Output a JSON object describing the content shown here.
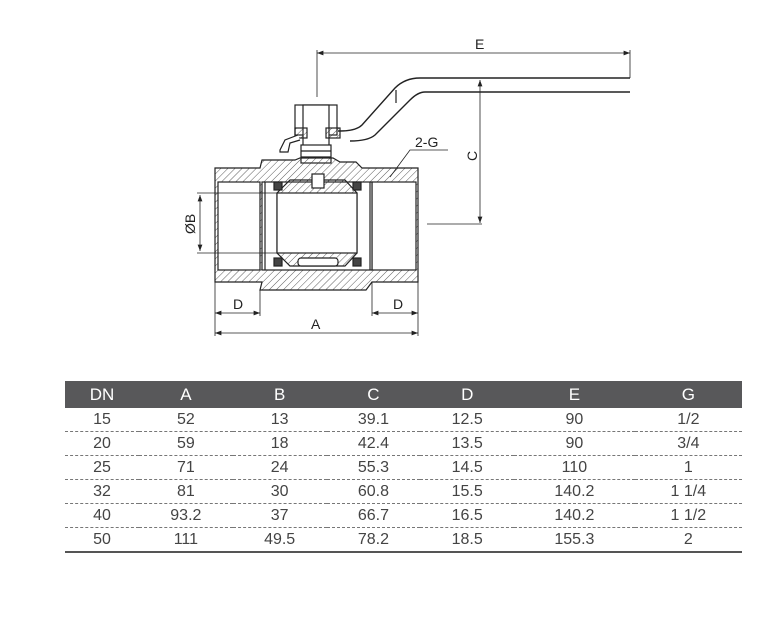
{
  "drawing": {
    "labels": {
      "E": "E",
      "C": "C",
      "B": "ØB",
      "D_left": "D",
      "D_right": "D",
      "A": "A",
      "G": "2-G"
    }
  },
  "table": {
    "headers": [
      "DN",
      "A",
      "B",
      "C",
      "D",
      "E",
      "G"
    ],
    "rows": [
      [
        "15",
        "52",
        "13",
        "39.1",
        "12.5",
        "90",
        "1/2"
      ],
      [
        "20",
        "59",
        "18",
        "42.4",
        "13.5",
        "90",
        "3/4"
      ],
      [
        "25",
        "71",
        "24",
        "55.3",
        "14.5",
        "110",
        "1"
      ],
      [
        "32",
        "81",
        "30",
        "60.8",
        "15.5",
        "140.2",
        "1 1/4"
      ],
      [
        "40",
        "93.2",
        "37",
        "66.7",
        "16.5",
        "140.2",
        "1 1/2"
      ],
      [
        "50",
        "111",
        "49.5",
        "78.2",
        "18.5",
        "155.3",
        "2"
      ]
    ],
    "g_fraction_parts": {
      "row3": {
        "whole": "1",
        "num": "1",
        "den": "4"
      },
      "row4": {
        "whole": "1",
        "num": "1",
        "den": "2"
      }
    }
  },
  "colors": {
    "header_bg": "#58585a",
    "line": "#222222"
  }
}
